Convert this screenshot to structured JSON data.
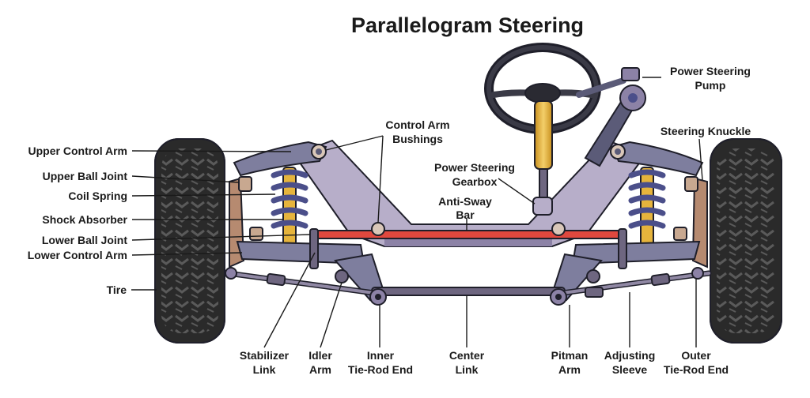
{
  "title": "Parallelogram Steering",
  "labels": {
    "upper_control_arm": "Upper Control Arm",
    "upper_ball_joint": "Upper Ball Joint",
    "coil_spring": "Coil Spring",
    "shock_absorber": "Shock Absorber",
    "lower_ball_joint": "Lower Ball Joint",
    "lower_control_arm": "Lower Control Arm",
    "tire": "Tire",
    "control_arm_bushings": [
      "Control Arm",
      "Bushings"
    ],
    "power_steering_gearbox": [
      "Power Steering",
      "Gearbox"
    ],
    "anti_sway_bar": [
      "Anti-Sway",
      "Bar"
    ],
    "power_steering_pump": [
      "Power Steering",
      "Pump"
    ],
    "steering_knuckle": "Steering Knuckle",
    "stabilizer_link": [
      "Stabilizer",
      "Link"
    ],
    "idler_arm": [
      "Idler",
      "Arm"
    ],
    "inner_tie_rod_end": [
      "Inner",
      "Tie-Rod End"
    ],
    "center_link": [
      "Center",
      "Link"
    ],
    "pitman_arm": [
      "Pitman",
      "Arm"
    ],
    "adjusting_sleeve": [
      "Adjusting",
      "Sleeve"
    ],
    "outer_tie_rod_end": [
      "Outer",
      "Tie-Rod End"
    ]
  },
  "colors": {
    "frame": "#b7aec9",
    "frame_shade": "#8c82a6",
    "arm": "#7e7e9e",
    "arm_dark": "#5b5b78",
    "spring": "#4b4f8a",
    "shock": "#e6b43c",
    "sway_bar": "#e0483e",
    "tire": "#2a2a2a",
    "tread": "#5a5a5a",
    "knuckle": "#b68a70",
    "rod": "#6e6680",
    "gearbox": "#e2b146"
  }
}
